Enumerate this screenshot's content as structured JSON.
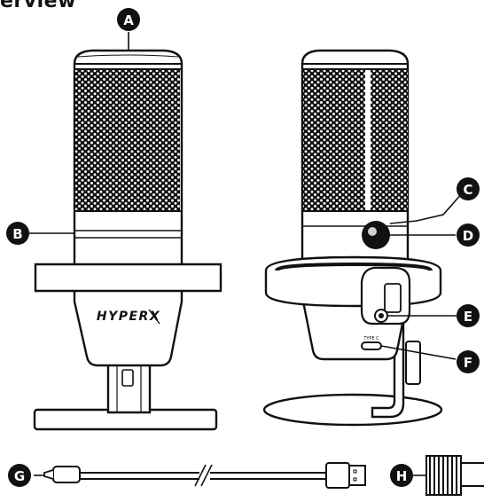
{
  "page": {
    "heading": "erview"
  },
  "diagram": {
    "front_logo": "HYPERX",
    "usb_port_label": "TYPE C",
    "callouts": [
      {
        "id": "A",
        "label": "A"
      },
      {
        "id": "B",
        "label": "B"
      },
      {
        "id": "C",
        "label": "C"
      },
      {
        "id": "D",
        "label": "D"
      },
      {
        "id": "E",
        "label": "E"
      },
      {
        "id": "F",
        "label": "F"
      },
      {
        "id": "G",
        "label": "G"
      },
      {
        "id": "H",
        "label": "H"
      }
    ]
  },
  "colors": {
    "line": "#111111",
    "badge_fill": "#111111",
    "badge_text": "#ffffff",
    "mesh": "#111111",
    "background": "#ffffff"
  }
}
